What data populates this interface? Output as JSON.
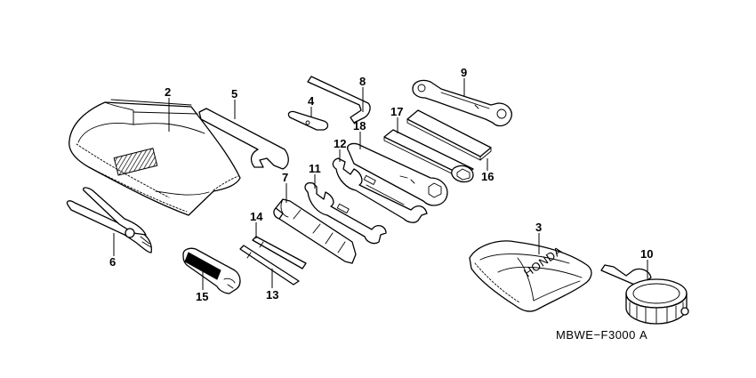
{
  "diagram_code": "MBWE−F3000 A",
  "bag_print": "HONDA",
  "callouts": {
    "c1": "2",
    "c2": "5",
    "c3": "4",
    "c4": "8",
    "c5": "9",
    "c6": "17",
    "c7": "12",
    "c8": "18",
    "c9": "16",
    "c10": "11",
    "c11": "7",
    "c12": "14",
    "c13": "6",
    "c14": "15",
    "c15": "13",
    "c16": "3",
    "c17": "10"
  },
  "colors": {
    "line": "#000000",
    "background": "#ffffff"
  }
}
